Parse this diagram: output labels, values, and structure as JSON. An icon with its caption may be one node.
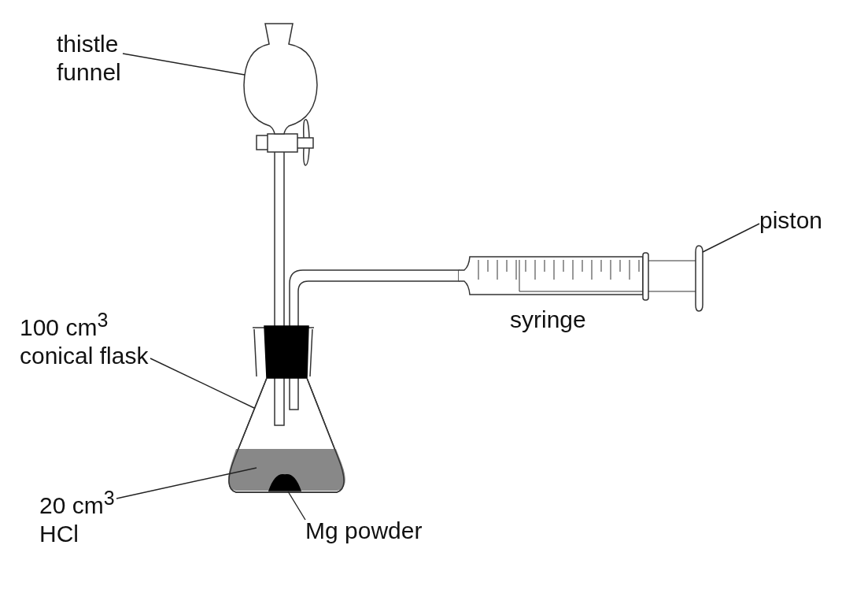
{
  "diagram": {
    "nodes": [
      {
        "text": [
          "thistle funnel"
        ]
      },
      {
        "text": [],
        "shape": "funnel"
      },
      {
        "text": [
          "100 cm$^{3}$ conical flask"
        ]
      },
      {
        "text": [],
        "shape": "flask"
      },
      {
        "text": [
          "20 cm$^{3}$ HCl"
        ]
      },
      {
        "text": [],
        "shape": "liquid",
        "in": 3
      },
      {
        "text": [
          "Mg powder"
        ]
      },
      {
        "text": [],
        "shape": "powder",
        "in": 5
      },
      {
        "text": [
          "piston"
        ]
      },
      {
        "text": [],
        "shape": "piston"
      }
    ],
    "edges": [
      {
        "from": 0,
        "to": 1,
        "arrow": "none"
      },
      {
        "from": 2,
        "to": 3,
        "arrow": "none"
      },
      {
        "from": 4,
        "to": 5,
        "arrow": "none"
      },
      {
        "from": 6,
        "to": 7,
        "arrow": "none"
      },
      {
        "from": 8,
        "to": 9,
        "arrow": "none"
      }
    ],
    "labels": [
      "syringe"
    ]
  }
}
